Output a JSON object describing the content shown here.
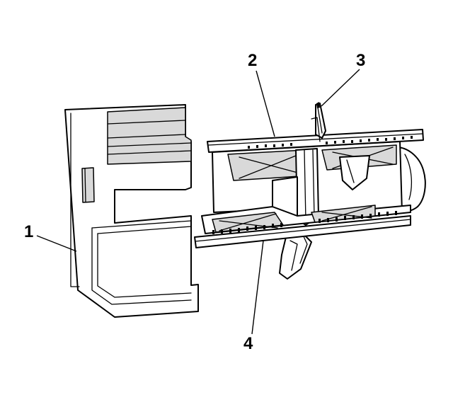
{
  "callouts": {
    "one": "1",
    "two": "2",
    "three": "3",
    "four": "4"
  },
  "colors": {
    "ink": "#000000",
    "paper": "#ffffff",
    "shade": "#d9d9d9"
  }
}
